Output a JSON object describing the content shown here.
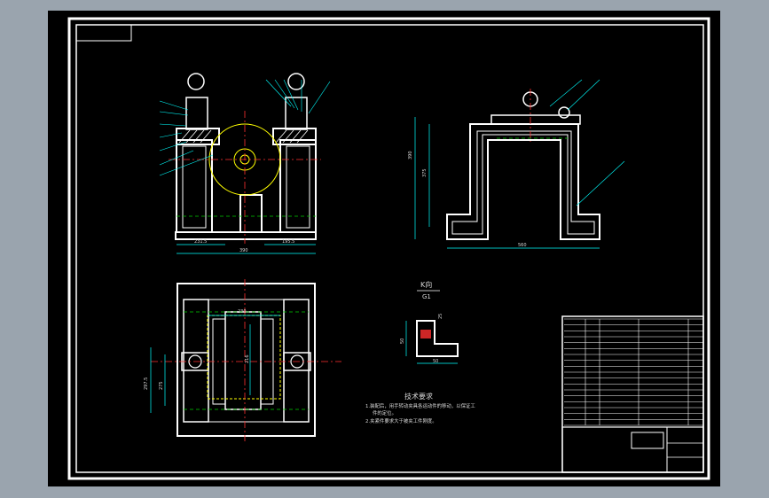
{
  "drawing": {
    "colors": {
      "outer_bg": "#9aa4ae",
      "paper": "#000000",
      "line": "#ffffff",
      "dimension": "#00ffff",
      "center": "#ff3030",
      "hidden": "#00cc00",
      "part": "#ffff00"
    },
    "view_label": {
      "line1": "K向",
      "line2": "G1"
    },
    "dims": {
      "front_left_bottom": "231.5",
      "front_right_bottom": "195.5",
      "front_overall": "390",
      "side_width": "560",
      "side_height_1": "390",
      "side_height_2": "375",
      "plan_width": "230",
      "plan_height_1": "297.5",
      "plan_height_2": "275",
      "plan_inner": "216",
      "k_height": "50",
      "k_width": "50",
      "k_small": "25"
    },
    "notes": {
      "title": "技术要求",
      "line1": "1.装配后，用手转动夹具各运动件的移动，以保证工",
      "line1b": "件的定位。",
      "line2": "2.夹紧件要求大于被夹工件刚度。"
    }
  }
}
